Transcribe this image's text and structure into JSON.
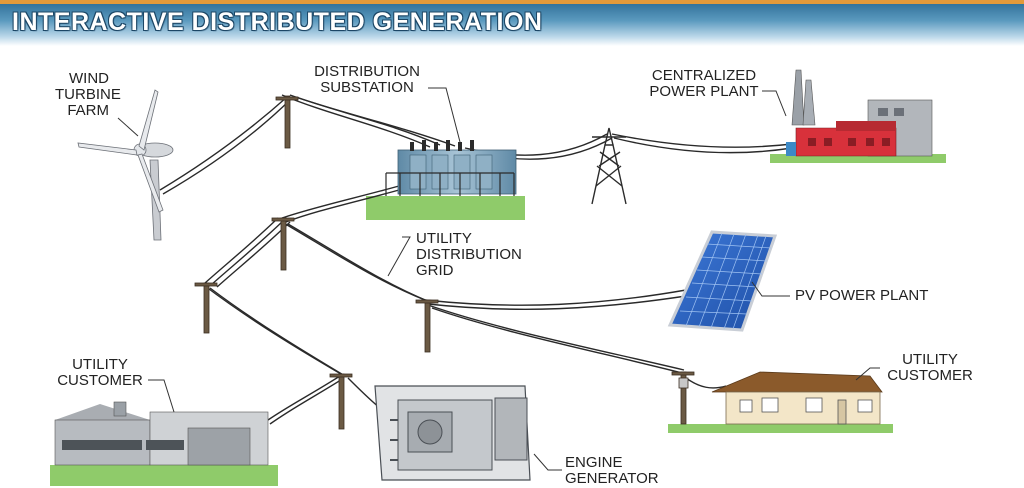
{
  "title": "INTERACTIVE DISTRIBUTED GENERATION",
  "labels": {
    "wind": [
      "WIND",
      "TURBINE",
      "FARM"
    ],
    "substation": [
      "DISTRIBUTION",
      "SUBSTATION"
    ],
    "plant": [
      "CENTRALIZED",
      "POWER PLANT"
    ],
    "grid": [
      "UTILITY",
      "DISTRIBUTION",
      "GRID"
    ],
    "pv": "PV POWER PLANT",
    "customer_left": [
      "UTILITY",
      "CUSTOMER"
    ],
    "customer_right": [
      "UTILITY",
      "CUSTOMER"
    ],
    "engine": [
      "ENGINE",
      "GENERATOR"
    ]
  },
  "colors": {
    "header": "#2a6a93",
    "grass": "#8fcb6a",
    "pv_panel": "#2f63c4",
    "plant_red": "#d8313b",
    "pole": "#6b5a44",
    "wire": "#2a2a2a"
  }
}
